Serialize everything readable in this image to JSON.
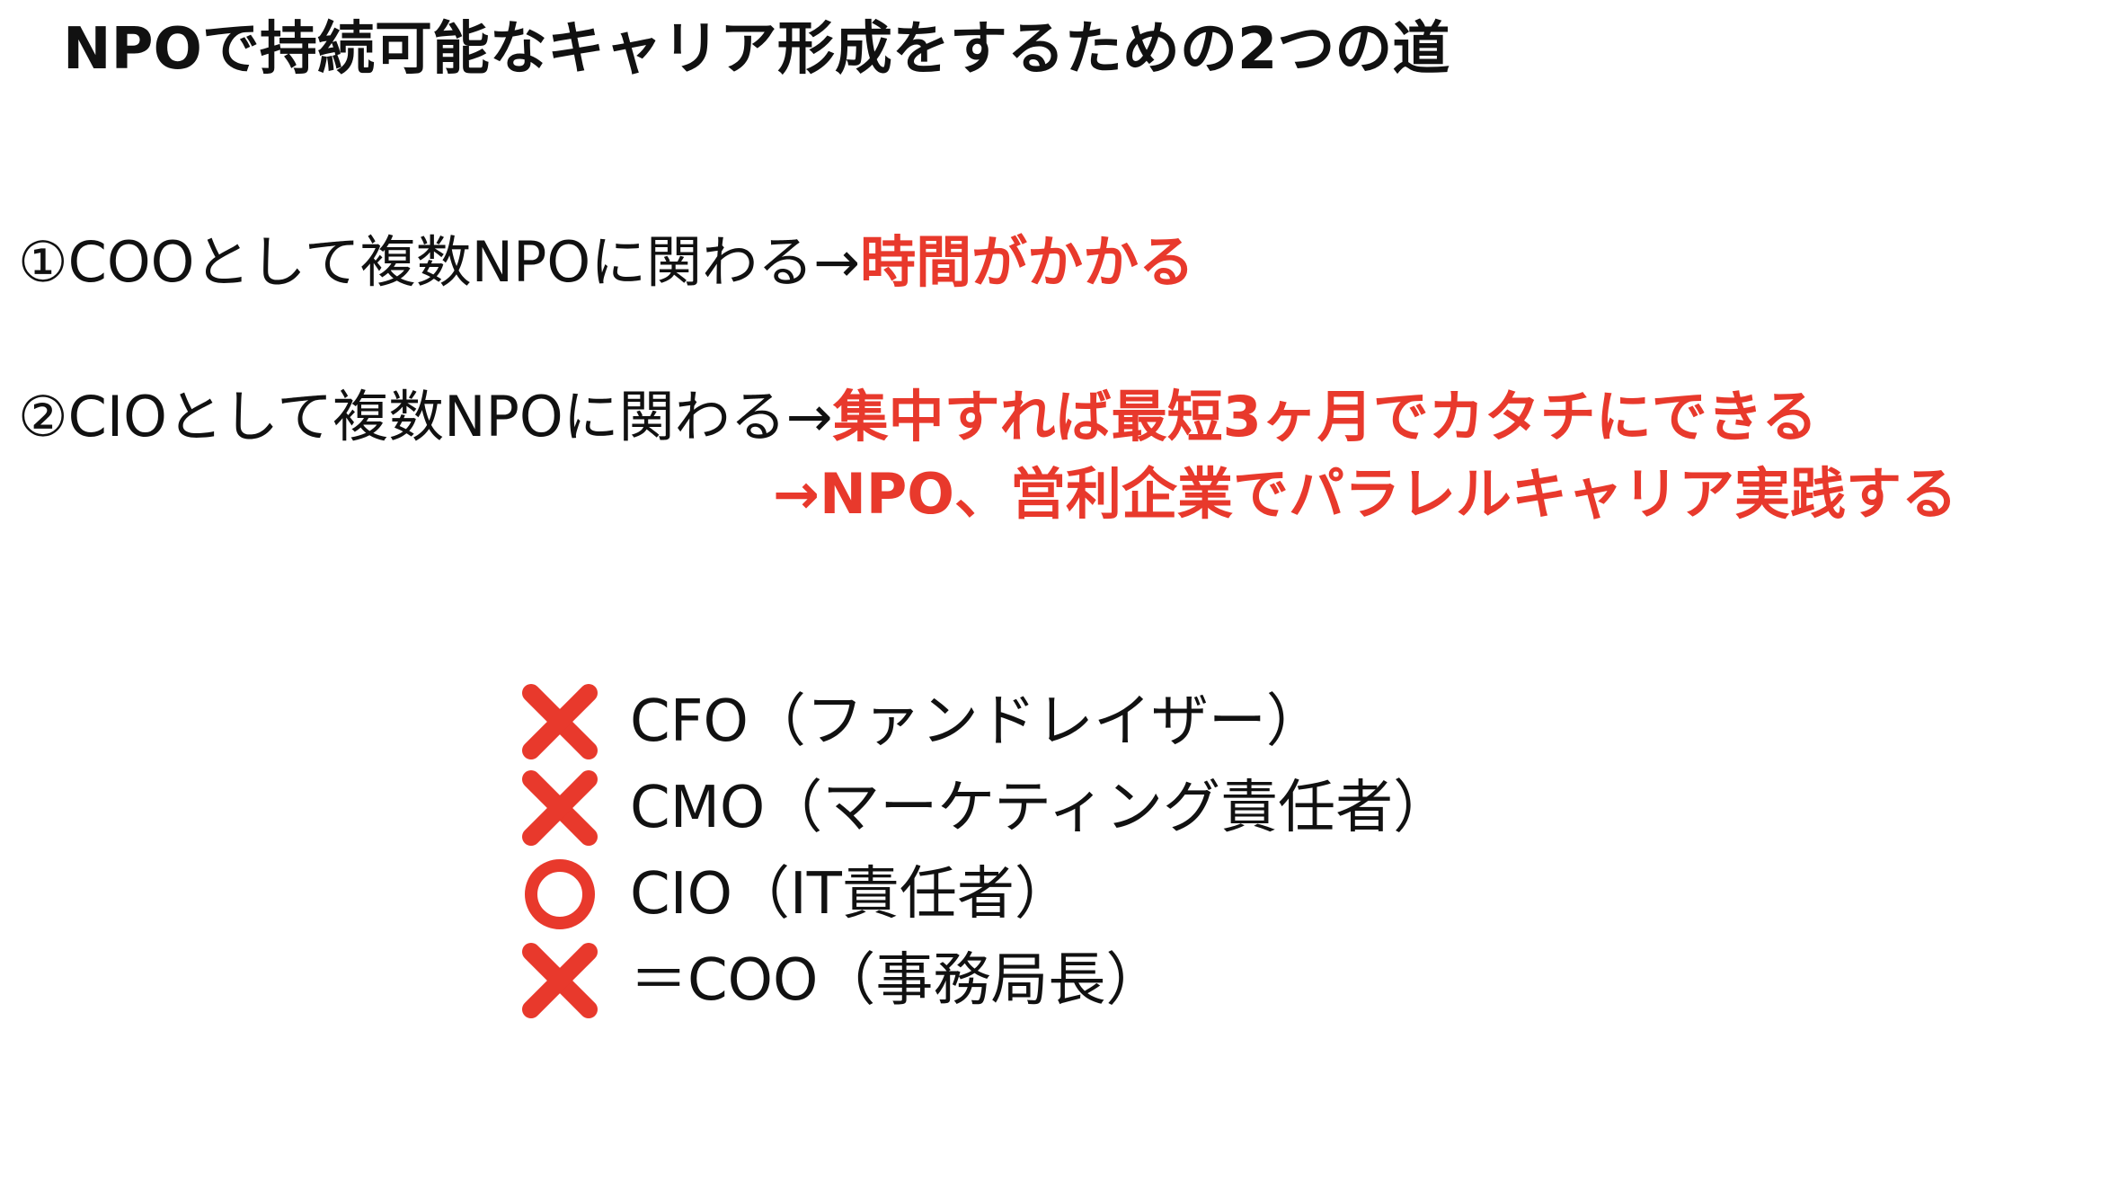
{
  "slide": {
    "title": "NPOで持続可能なキャリア形成をするための2つの道",
    "options": [
      {
        "prefix": "①COOとして複数NPOに関わる→",
        "result": "時間がかかる"
      },
      {
        "prefix": "②CIOとして複数NPOに関わる→",
        "result": "集中すれば最短3ヶ月でカタチにできる",
        "followup": "→NPO、営利企業でパラレルキャリア実践する"
      }
    ],
    "roles": [
      {
        "mark": "cross",
        "label": "CFO（ファンドレイザー）"
      },
      {
        "mark": "cross",
        "label": "CMO（マーケティング責任者）"
      },
      {
        "mark": "circle",
        "label": "CIO（IT責任者）"
      },
      {
        "mark": "cross",
        "label": "＝COO（事務局長）"
      }
    ],
    "colors": {
      "accent_red": "#e8392c",
      "text": "#111111",
      "background": "#ffffff"
    },
    "icons": {
      "cross": "cross-mark-icon",
      "circle": "hollow-red-circle-icon"
    }
  }
}
